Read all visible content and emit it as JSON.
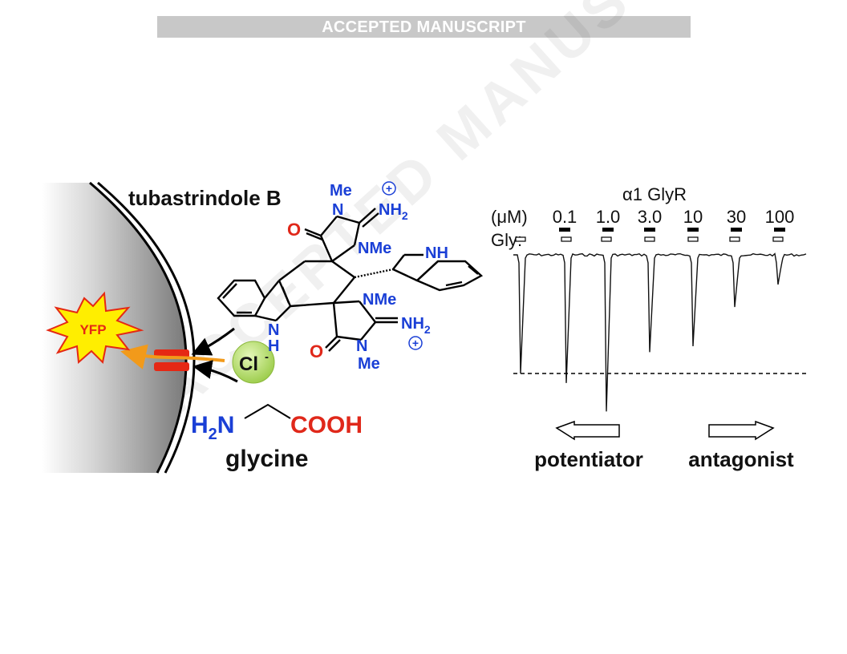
{
  "banner": "ACCEPTED MANUSCRIPT",
  "watermark": "ACCEPTED MANUSCRIPT",
  "left": {
    "compound_name": "tubastrindole B",
    "fluorophore": "YFP",
    "ion": "Cl",
    "ion_charge": "-",
    "glycine_formula_amine": "H",
    "glycine_formula_amine_sub": "2",
    "glycine_formula_amine_N": "N",
    "glycine_acid": "COOH",
    "glycine_name": "glycine",
    "atoms": {
      "me_top": "Me",
      "n_top": "N",
      "nh2_top": "NH",
      "nh2_top_sub": "2",
      "o_top": "O",
      "nme_top": "NMe",
      "nh_indole": "NH",
      "nme_mid": "NMe",
      "nh2_mid": "NH",
      "nh2_mid_sub": "2",
      "nh_carbazole": "N",
      "h_carbazole": "H",
      "o_bottom": "O",
      "n_bottom": "N",
      "me_bottom": "Me",
      "plus": "+"
    },
    "colors": {
      "blue": "#1a3fd6",
      "red": "#e0281a",
      "membrane": "#888888",
      "yfp_fill": "#ffee00"
    }
  },
  "right": {
    "title": "α1 GlyR",
    "conc_unit": "(μM)",
    "gly_label": "Gly:",
    "concentrations": [
      "0.1",
      "1.0",
      "3.0",
      "10",
      "30",
      "100"
    ],
    "responses": [
      1.0,
      1.08,
      1.32,
      0.82,
      0.77,
      0.44,
      0.25
    ],
    "arrow_left_label": "potentiator",
    "arrow_right_label": "antagonist"
  }
}
